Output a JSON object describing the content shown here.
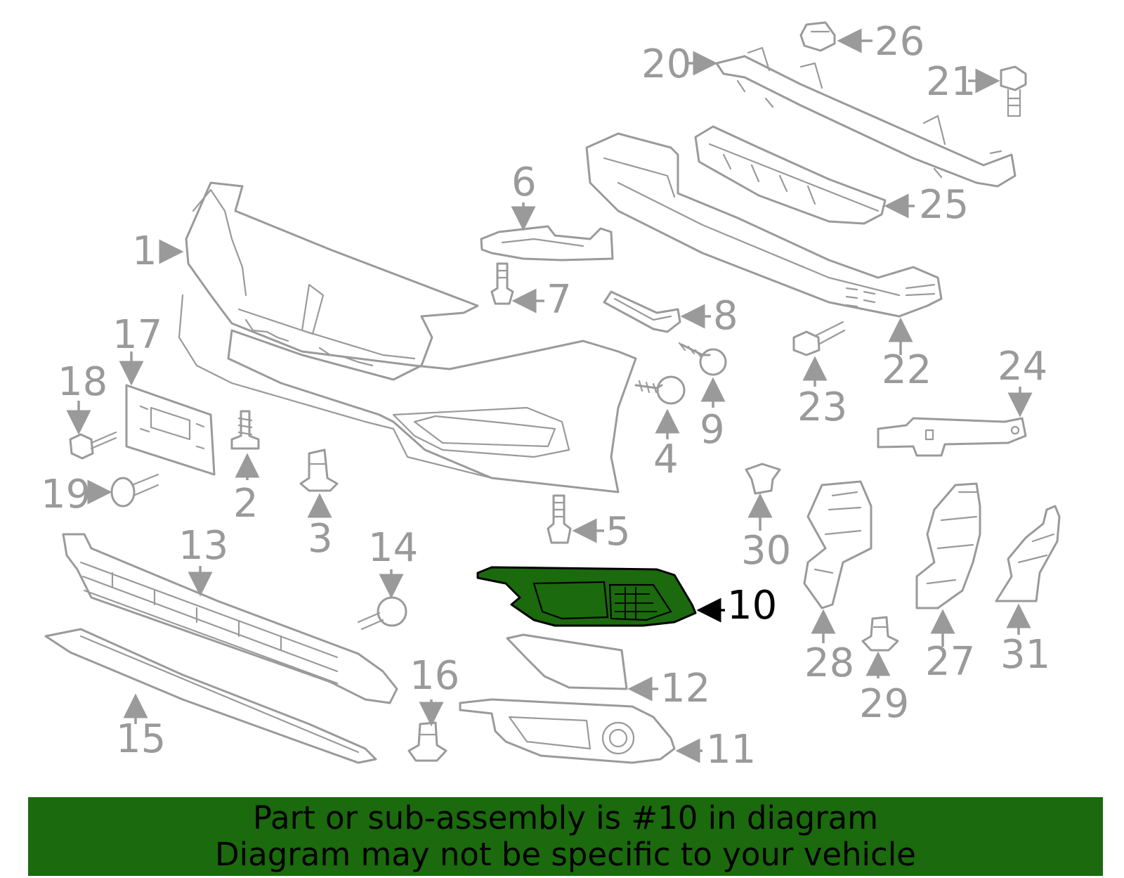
{
  "colors": {
    "line": "#9a9a9a",
    "highlight_fill": "#1b6a0e",
    "highlight_stroke": "#000000",
    "banner_bg": "#1b6a0e",
    "banner_text": "#000000"
  },
  "highlighted_part": "10",
  "callouts": [
    "1",
    "2",
    "3",
    "4",
    "5",
    "6",
    "7",
    "8",
    "9",
    "10",
    "11",
    "12",
    "13",
    "14",
    "15",
    "16",
    "17",
    "18",
    "19",
    "20",
    "21",
    "22",
    "23",
    "24",
    "25",
    "26",
    "27",
    "28",
    "29",
    "30",
    "31"
  ],
  "banner": {
    "line1": "Part or sub-assembly is #10 in diagram",
    "line2": "Diagram may not be specific to your vehicle"
  }
}
